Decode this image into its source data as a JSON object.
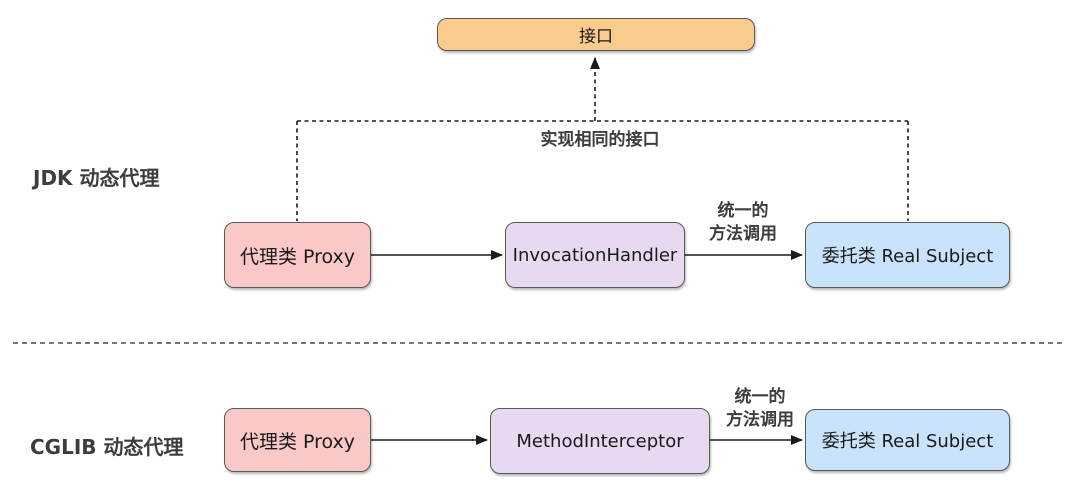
{
  "diagram": {
    "interface_box": {
      "label": "接口"
    },
    "annotations": {
      "same_interface": "实现相同的接口",
      "unified_call": {
        "line1": "统一的",
        "line2": "方法调用"
      }
    },
    "sections": [
      {
        "label": "JDK 动态代理",
        "proxy_label": "代理类 Proxy",
        "handler_label": "InvocationHandler",
        "delegate_label": "委托类 Real Subject"
      },
      {
        "label": "CGLIB 动态代理",
        "proxy_label": "代理类 Proxy",
        "handler_label": "MethodInterceptor",
        "delegate_label": "委托类 Real Subject"
      }
    ],
    "colors": {
      "interface-fill": "#F9CC8E",
      "proxy-fill": "#FBC8C8",
      "handler-fill": "#E6D9F0",
      "delegate-fill": "#C9E3FA",
      "box-border": "#595959",
      "line-color": "#1a1a1a",
      "text-color": "#1a1a1a",
      "label-color": "#3d3d3d"
    }
  }
}
